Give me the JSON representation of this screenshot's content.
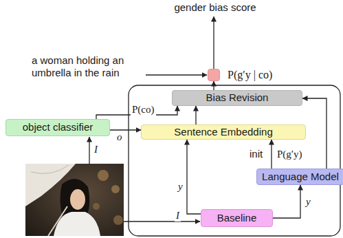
{
  "diagram": {
    "nodes": [
      {
        "text": [
          "P(g′y | co)"
        ]
      },
      {
        "text": [
          "Bias Revision"
        ]
      },
      {
        "text": [
          "object classifier"
        ]
      },
      {
        "text": [
          "Sentence Embedding"
        ]
      },
      {
        "text": [
          "Language Model"
        ]
      },
      {
        "text": [
          "Baseline"
        ]
      }
    ],
    "edges": [
      {
        "from": 1,
        "to": 0,
        "arrow": "to"
      },
      {
        "from": 2,
        "to": 3,
        "label": "o",
        "arrow": "to"
      },
      {
        "from": 2,
        "to": 1,
        "label": "P(co)",
        "arrow": "to"
      },
      {
        "from": 3,
        "to": 1,
        "arrow": "to"
      },
      {
        "from": 4,
        "to": 1,
        "arrow": "to"
      },
      {
        "from": 4,
        "to": 3,
        "label": "init",
        "arrow": "to"
      },
      {
        "from": 5,
        "to": 3,
        "label": "y",
        "arrow": "to"
      },
      {
        "from": 5,
        "to": 4,
        "label": "y",
        "arrow": "to"
      }
    ],
    "labels": [
      "gender bias score",
      "a woman holding an umbrella in the rain",
      "I",
      "I",
      "P(g′y)"
    ]
  }
}
